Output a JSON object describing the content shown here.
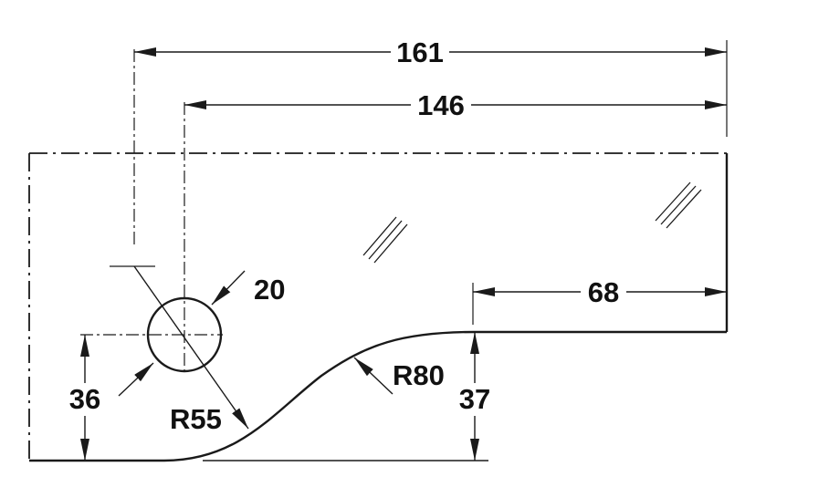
{
  "colors": {
    "line": "#1a1a1a",
    "background": "#ffffff"
  },
  "dimensions": {
    "width_overall": "161",
    "width_to_hole": "146",
    "notch_length": "68",
    "hole_diameter": "20",
    "hole_height": "36",
    "notch_height": "37",
    "radius_large": "R80",
    "radius_small": "R55"
  }
}
